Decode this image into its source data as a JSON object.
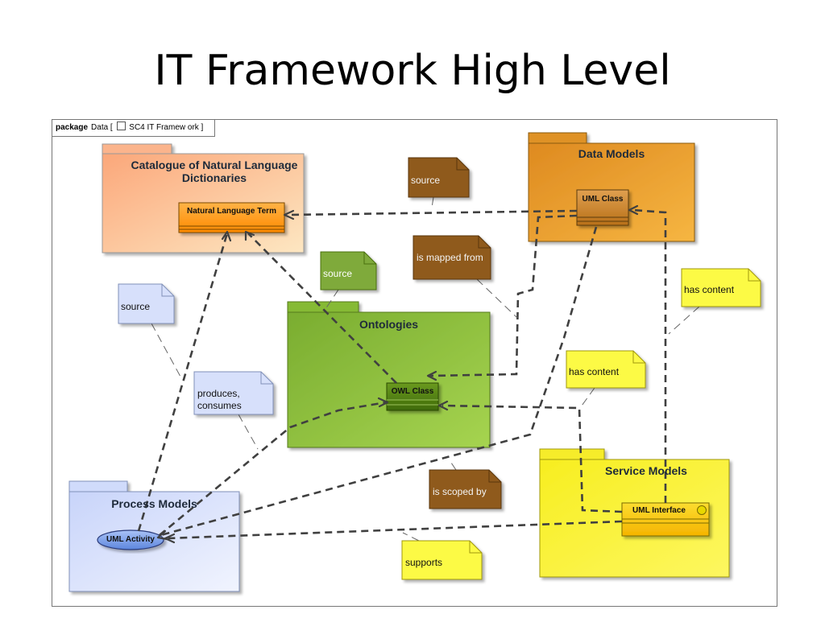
{
  "title": "IT Framework High Level",
  "frame": {
    "keyword": "package",
    "name": "Data [",
    "diagram_name": "SC4 IT Framew ork ]"
  },
  "packages": {
    "catalogue": "Catalogue of Natural Language Dictionaries",
    "data_models": "Data Models",
    "ontologies": "Ontologies",
    "service_models": "Service Models",
    "process_models": "Process Models"
  },
  "elements": {
    "natural_language_term": "Natural Language Term",
    "uml_class": "UML Class",
    "owl_class": "OWL Class",
    "uml_interface": "UML Interface",
    "uml_activity": "UML Activity"
  },
  "notes": {
    "source_brown": "source",
    "is_mapped_from": "is mapped from",
    "source_green": "source",
    "source_blue": "source",
    "produces_consumes": "produces,\nconsumes",
    "has_content_1": "has content",
    "has_content_2": "has content",
    "is_scoped_by": "is scoped by",
    "supports": "supports"
  },
  "colors": {
    "catalogue": "#fbc79a",
    "data_models": "#e99a2c",
    "ontologies": "#8fc23c",
    "service_models": "#fcf43b",
    "process_models": "#dfe7fc",
    "note_brown": "#8f5a1c",
    "note_green": "#7faa3a",
    "note_blue": "#d7e0fb",
    "note_yellow": "#fcfa44",
    "connector": "#404040"
  }
}
